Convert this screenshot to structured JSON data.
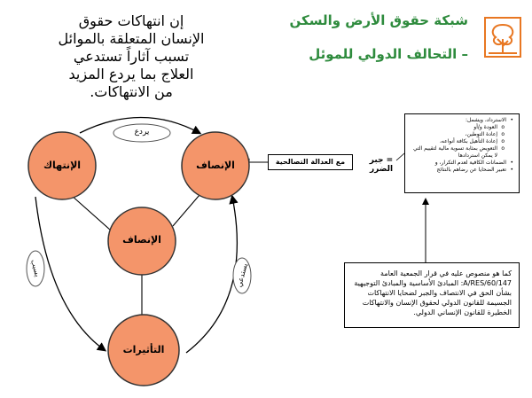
{
  "header": {
    "line1": "شبكة حقوق الأرض والسكن",
    "line2": "– التحالف الدولي للموئل"
  },
  "quote": [
    "إن انتهاكات حقوق",
    "الإنسان المتعلقة بالموائل",
    "تسبب آثاراً تستدعي",
    "العلاج بما يردع المزيد",
    "من الانتهاكات."
  ],
  "diagram": {
    "nodes": {
      "violation": "الإنتهاك",
      "remedy_top": "الإنصاف",
      "remedy_center": "الإنصاف",
      "effects": "التأثيرات"
    },
    "arrows": {
      "top": "يردع",
      "left": "يسبب",
      "right": "يستدعي"
    },
    "remedy_box": "مع العدالة التصالحية",
    "reparation": "= جبر الضرر"
  },
  "list": {
    "items": [
      {
        "text": "الاسترداد، ويشمل:",
        "level": 1
      },
      {
        "text": "العودة و/أو",
        "level": 2
      },
      {
        "text": "إعادة التوطين،",
        "level": 2
      },
      {
        "text": "إعادة التأهيل بكافة أنواعه،",
        "level": 2
      },
      {
        "text": "التعويض بمثابة تسوية مالية لتقييم التي لا يمكن استردادها",
        "level": 2
      },
      {
        "text": "الضمانات الكافية لعدم التكرار، و",
        "level": 1
      },
      {
        "text": "تعبير الضحايا عن رضاهم بالنتائج",
        "level": 1
      }
    ]
  },
  "note": "كما هو منصوص عليه في قرار الجمعية العامة A/RES/60/147: المبادئ الأساسية والمبادئ التوجيهية بشأن الحق في الانتصاف والجبر لضحايا الانتهاكات الجسيمة للقانون الدولي لحقوق الإنسان والانتهاكات الخطيرة للقانون الإنساني الدولي.",
  "colors": {
    "node_fill": "#f4956a",
    "node_stroke": "#333333",
    "brand_green": "#2e8b3d",
    "logo_orange": "#e87722"
  },
  "icons": {
    "logo": "tree-house-logo-icon"
  }
}
